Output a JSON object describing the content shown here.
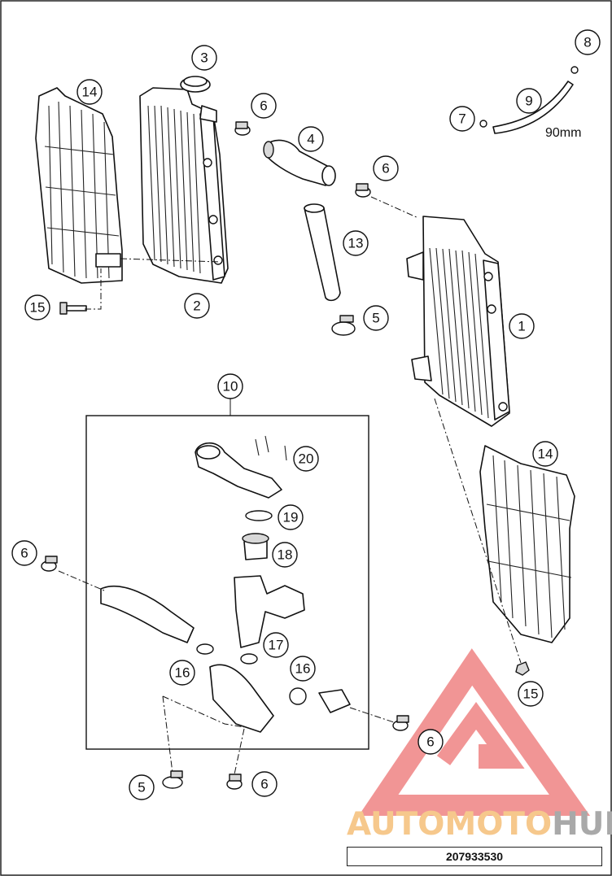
{
  "diagram": {
    "callouts": {
      "c1": "1",
      "c2": "2",
      "c3": "3",
      "c4": "4",
      "c5a": "5",
      "c5b": "5",
      "c6a": "6",
      "c6b": "6",
      "c6c": "6",
      "c6d": "6",
      "c6e": "6",
      "c7": "7",
      "c8": "8",
      "c9": "9",
      "c10": "10",
      "c13": "13",
      "c14a": "14",
      "c14b": "14",
      "c15a": "15",
      "c15b": "15",
      "c16a": "16",
      "c16b": "16",
      "c17": "17",
      "c18": "18",
      "c19": "19",
      "c20": "20"
    },
    "hose_length_note": "90mm",
    "diagram_number": "207933530"
  },
  "watermark": {
    "brand_part1": "AUTOMOTO",
    "brand_part2": "HUB",
    "colors": {
      "triangle": "#f08a8a",
      "auto": "#f6c88c",
      "moto": "#f4a3a3",
      "hub": "#a9a9a9"
    }
  }
}
